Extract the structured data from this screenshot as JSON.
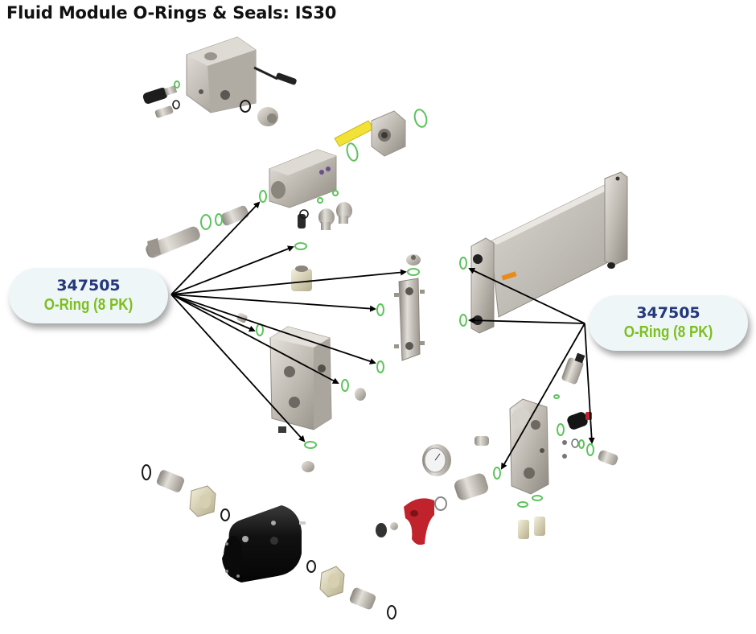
{
  "title": "Fluid Module O-Rings & Seals: IS30",
  "colors": {
    "oring_green": "#5cc35c",
    "seal_black": "#1a1a1a",
    "part_number": "#24387a",
    "description": "#7cbf1e",
    "callout_bg": "#eef6f8",
    "arrow": "#000000",
    "handle_yellow": "#f2e236",
    "knob_red": "#c0232b",
    "body_black": "#111111"
  },
  "callouts": [
    {
      "id": "left",
      "part_number": "347505",
      "description": "O-Ring (8 PK)"
    },
    {
      "id": "right",
      "part_number": "347505",
      "description": "O-Ring (8 PK)"
    }
  ],
  "parts": [
    "top-valve-block",
    "pressure-sensor",
    "fitting-plug",
    "yellow-handle-valve",
    "manifold-block",
    "filter-cartridge",
    "filter-sleeve",
    "check-valve-fittings",
    "adapter-fitting",
    "bridge-connector",
    "center-body",
    "heat-exchanger-plate",
    "regulator-block",
    "pressure-gauge",
    "red-knob",
    "black-pump-body",
    "hex-nuts",
    "push-fittings"
  ]
}
